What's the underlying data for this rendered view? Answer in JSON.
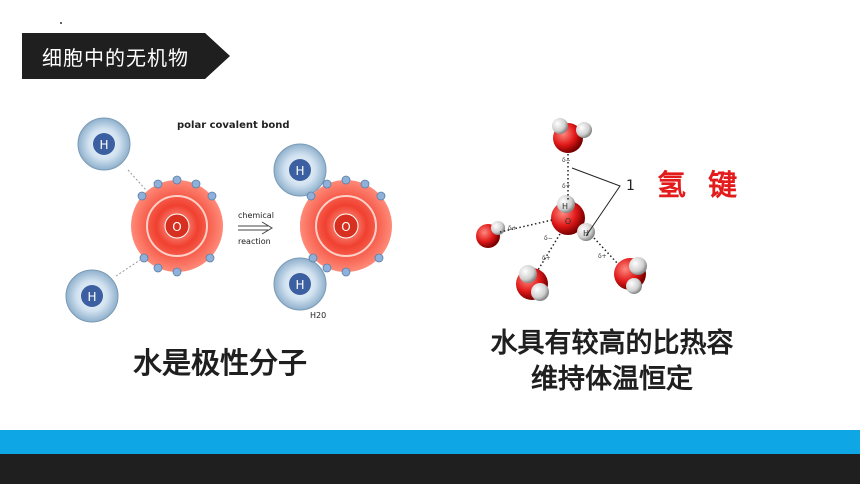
{
  "header": {
    "title": "细胞中的无机物"
  },
  "left_figure": {
    "title": "polar covalent bond",
    "atom_h": "H",
    "atom_o": "O",
    "arrow_label_1": "chemical",
    "arrow_label_2": "reaction",
    "molecule_label": "H20"
  },
  "left_caption": "水是极性分子",
  "right_figure": {
    "atom_h": "H",
    "atom_o": "O",
    "callout_number": "1",
    "delta_minus": "δ−",
    "delta_plus": "δ+"
  },
  "hbond_label": "氢 键",
  "right_caption": {
    "line1": "水具有较高的比热容",
    "line2": "维持体温恒定"
  },
  "colors": {
    "accent_blue": "#0fa6e6",
    "dark": "#1f1f1f",
    "red": "#e31b1b"
  }
}
